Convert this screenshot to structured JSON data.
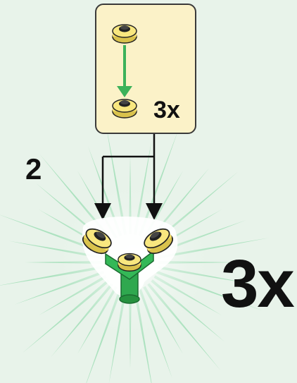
{
  "instruction": {
    "step_number": "2",
    "callout": {
      "multiplier": "3x",
      "parts": [
        "yellow-round-plate-icon",
        "yellow-round-plate-icon"
      ]
    },
    "build_multiplier": "3x",
    "colors": {
      "background": "#e8f3ea",
      "callout_fill": "#fbf2c8",
      "arrow_green": "#3cb25a",
      "part_yellow": "#f6e27a",
      "part_green": "#2fa84f",
      "burst_green": "#7ad49b"
    }
  }
}
